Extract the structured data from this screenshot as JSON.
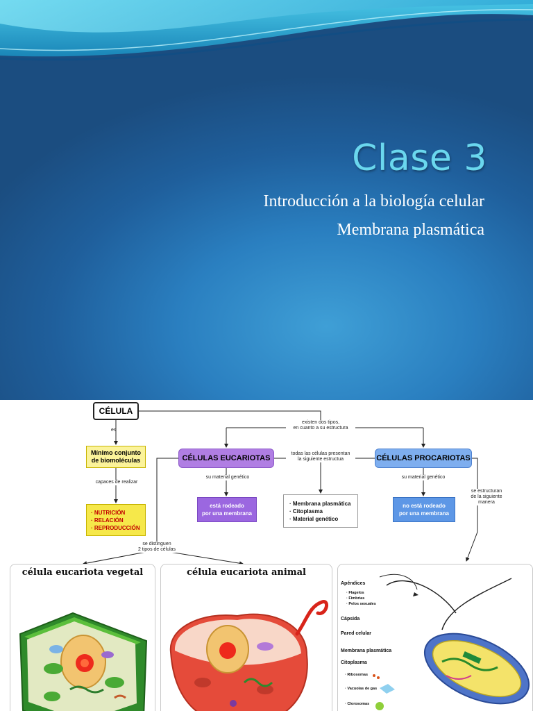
{
  "slide": {
    "title": "Clase 3",
    "subtitle_1": "Introducción a la biología celular",
    "subtitle_2": "Membrana plasmática",
    "colors": {
      "title": "#6ad7ee",
      "background_dark": "#1b4d80",
      "background_light": "#3f9fd6"
    }
  },
  "concept_map": {
    "celula": "CÉLULA",
    "es": "es",
    "minimo_1": "Mínimo conjunto",
    "minimo_2": "de biomoléculas",
    "capaces": "capaces de realizar",
    "funciones": [
      "· NUTRICIÓN",
      "· RELACIÓN",
      "· REPRODUCCIÓN"
    ],
    "existen_1": "existen dos tipos,",
    "existen_2": "en cuanto a su estructura",
    "eucariotas": "CÉLULAS EUCARIOTAS",
    "procariotas": "CÉLULAS PROCARIOTAS",
    "todas_1": "todas las células presentan",
    "todas_2": "la siguiente estructua",
    "material_euc": "su material genético",
    "material_pro": "su material genético",
    "rodeado_1": "está rodeado",
    "rodeado_2": "por una membrana",
    "norodeado_1": "no está rodeado",
    "norodeado_2": "por una membrana",
    "estructura": [
      "· Membrana plasmática",
      "· Citoplasma",
      "· Material genético"
    ],
    "se_estructuran_1": "se estructuran",
    "se_estructuran_2": "de la siguiente",
    "se_estructuran_3": "manera",
    "se_distinguen_1": "se distinguen",
    "se_distinguen_2": "2 tipos de células",
    "vegetal_title": "célula eucariota vegetal",
    "animal_title": "célula eucariota animal",
    "prokaryote_labels": {
      "apendices": "Apéndices",
      "flagelos": "· Flagelos",
      "fimbrias": "· Fimbrias",
      "pelos": "· Pelos sexuales",
      "capsida": "Cápsida",
      "pared": "Pared celular",
      "membrana": "Membrana plasmática",
      "citoplasma": "Citoplasma",
      "ribosomas": "· Ribosomas",
      "vacuolas": "· Vacuolas de gas",
      "clorosomas": "· Clorosomas"
    }
  }
}
